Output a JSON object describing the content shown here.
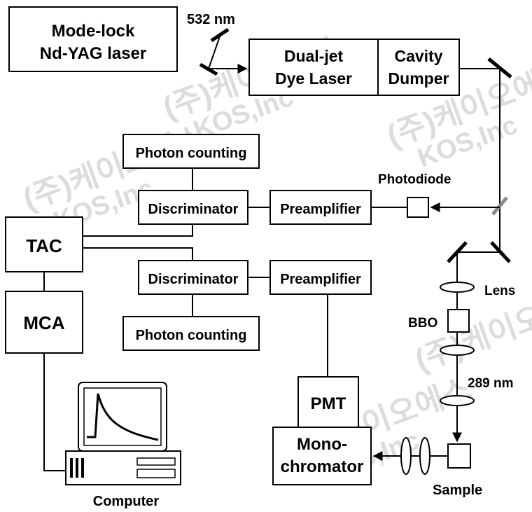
{
  "blocks": {
    "laser": [
      "Mode-lock",
      "Nd-YAG laser"
    ],
    "dye_laser": [
      "Dual-jet",
      "Dye Laser"
    ],
    "cavity_dumper": [
      "Cavity",
      "Dumper"
    ],
    "photon_counting_top": "Photon counting",
    "discriminator_top": "Discriminator",
    "preamplifier_top": "Preamplifier",
    "tac": "TAC",
    "mca": "MCA",
    "discriminator_bottom": "Discriminator",
    "preamplifier_bottom": "Preamplifier",
    "photon_counting_bottom": "Photon counting",
    "pmt": "PMT",
    "monochromator": [
      "Mono-",
      "chromator"
    ]
  },
  "labels": {
    "wavelength_pump": "532 nm",
    "wavelength_probe": "289 nm",
    "photodiode": "Photodiode",
    "lens": "Lens",
    "bbo": "BBO",
    "sample": "Sample",
    "computer": "Computer"
  },
  "watermark": [
    "(주)케이오에스",
    "KOS,Inc"
  ]
}
